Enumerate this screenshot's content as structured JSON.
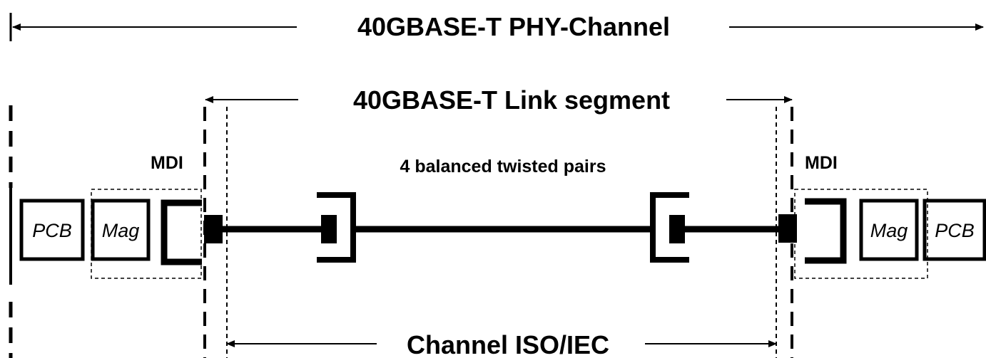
{
  "diagram": {
    "phy_channel_label": "40GBASE-T PHY-Channel",
    "link_segment_label": "40GBASE-T Link segment",
    "channel_iso_label": "Channel ISO/IEC",
    "cable_label": "4 balanced twisted pairs",
    "left_end": {
      "mdi_label": "MDI",
      "pcb_label": "PCB",
      "mag_label": "Mag"
    },
    "right_end": {
      "mdi_label": "MDI",
      "pcb_label": "PCB",
      "mag_label": "Mag"
    }
  },
  "colors": {
    "ink": "#000000",
    "background": "#ffffff"
  }
}
